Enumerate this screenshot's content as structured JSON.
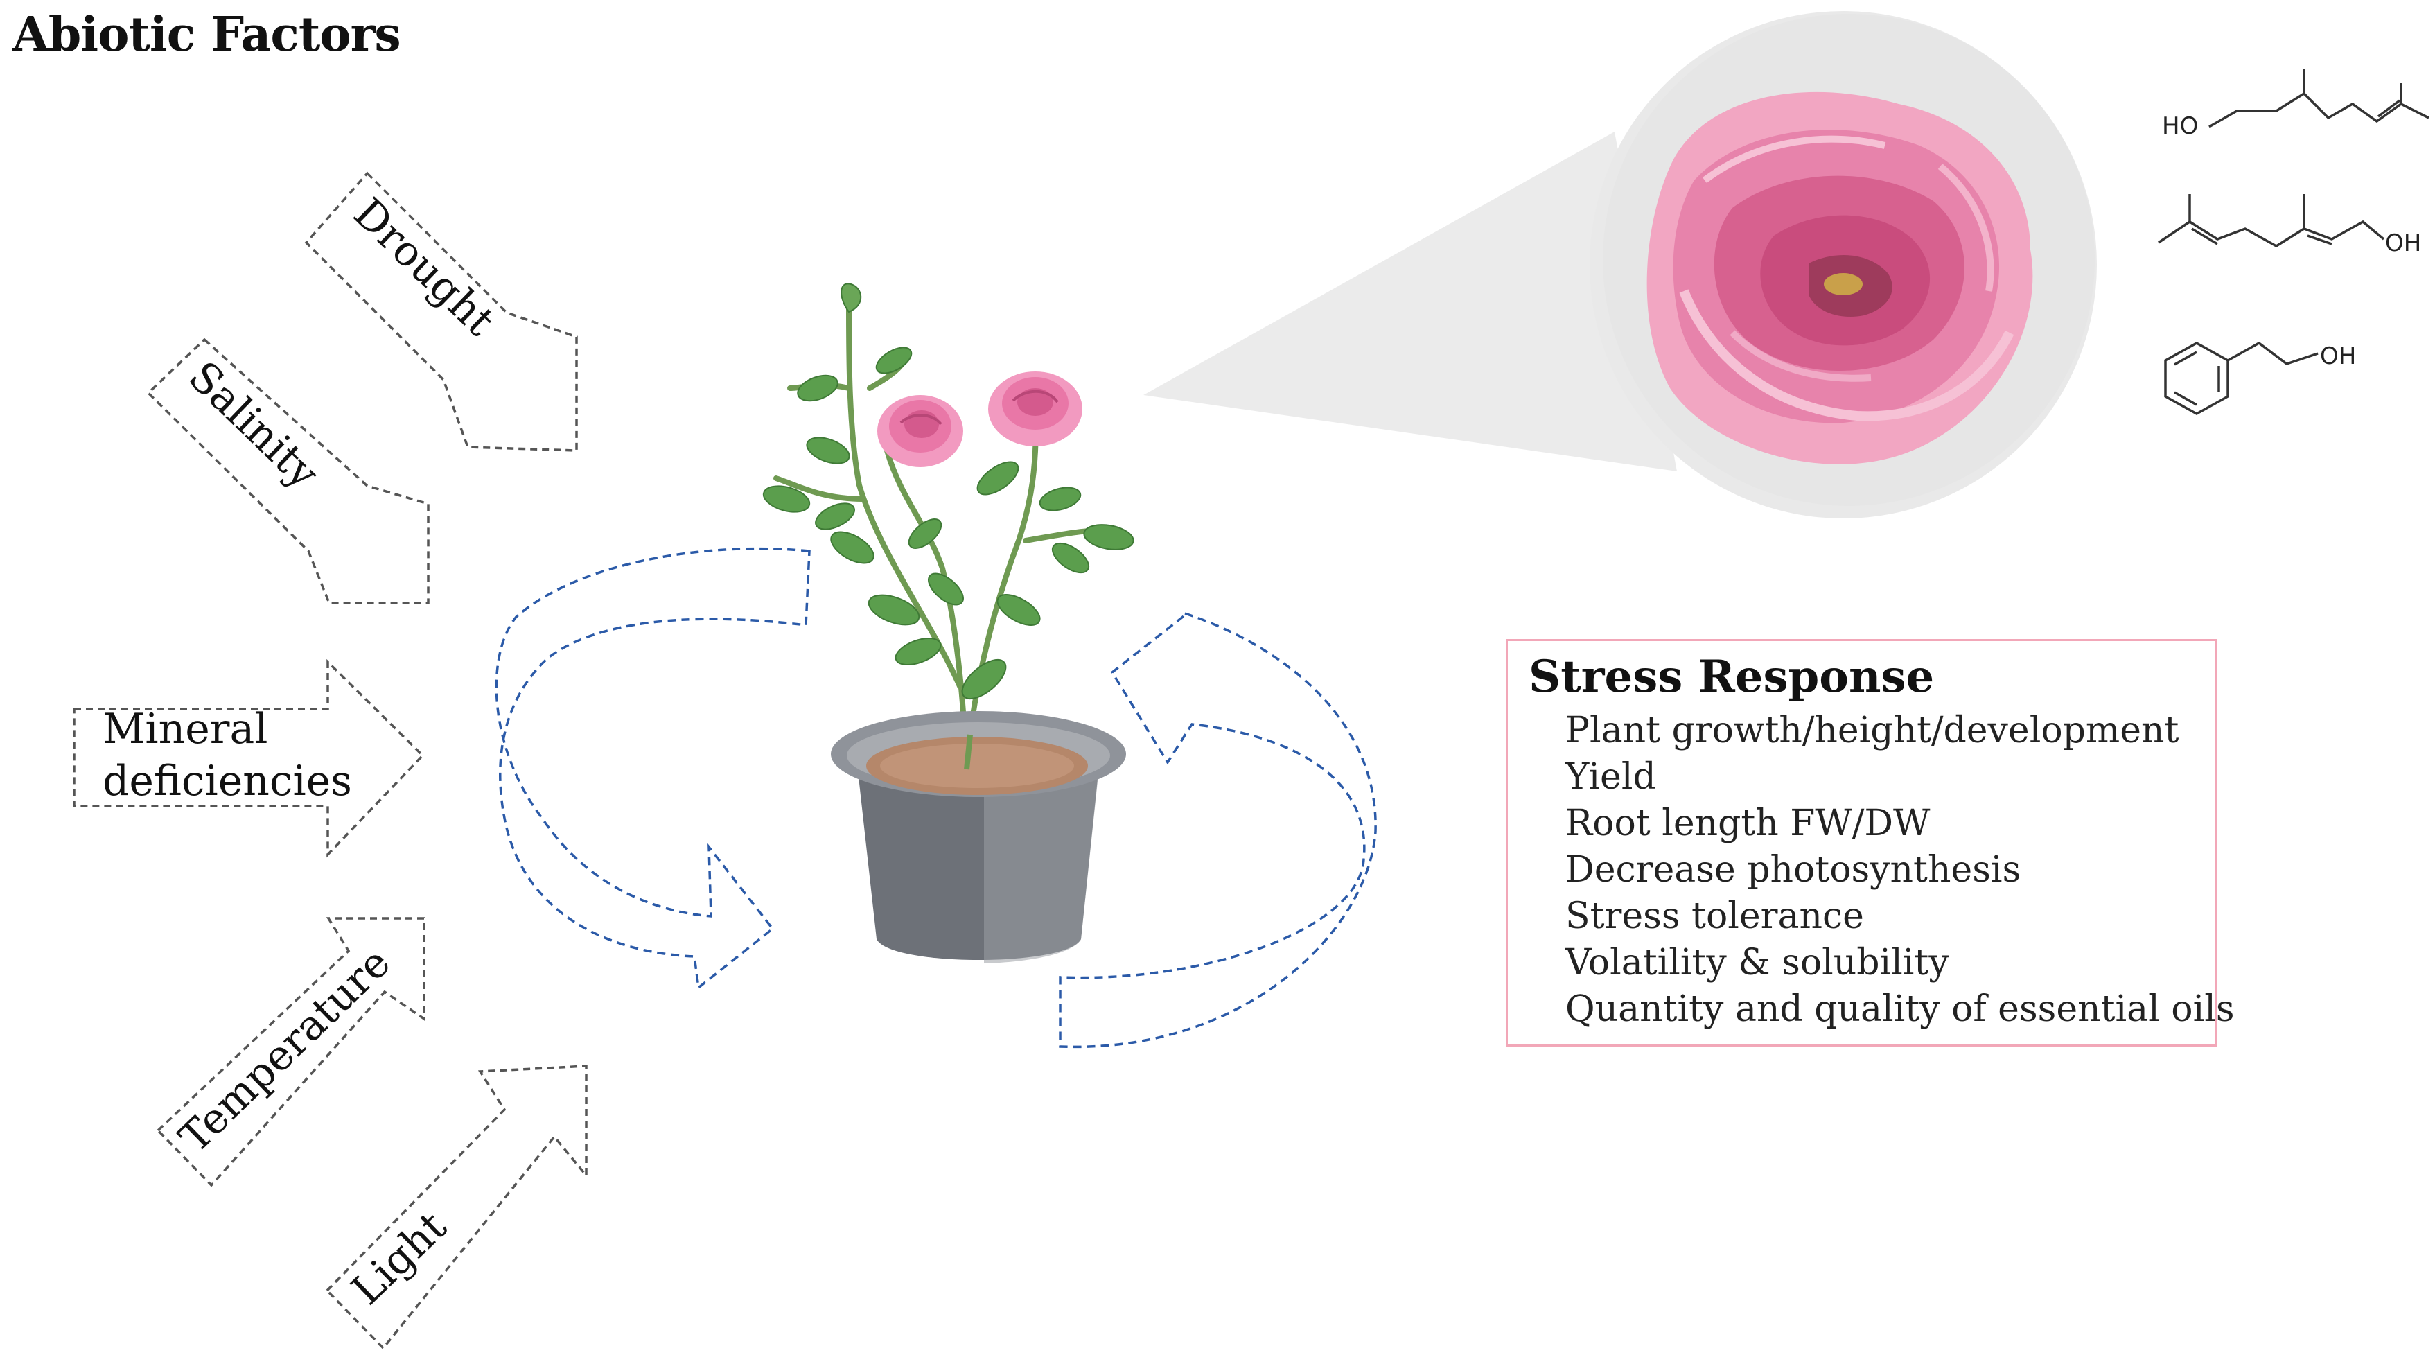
{
  "title": "Abiotic Factors",
  "factors": [
    {
      "id": "drought",
      "label": "Drought"
    },
    {
      "id": "salinity",
      "label": "Salinity"
    },
    {
      "id": "mineral",
      "label_lines": [
        "Mineral",
        "deficiencies"
      ]
    },
    {
      "id": "temperature",
      "label": "Temperature"
    },
    {
      "id": "light",
      "label": "Light"
    }
  ],
  "stress_response": {
    "title": "Stress Response",
    "items": [
      "Plant growth/height/development",
      "Yield",
      "Root length FW/DW",
      "Decrease photosynthesis",
      "Stress tolerance",
      "Volatility & solubility",
      "Quantity and quality of essential oils"
    ]
  },
  "molecules": {
    "citronellol_label": "HO",
    "geraniol_label": "OH",
    "phenylethanol_label": "OH"
  },
  "colors": {
    "arrow_dash": "#555555",
    "cycle_dash": "#2b5aa8",
    "box_border": "#f2a7b8",
    "rose_pink": "#e87fa8",
    "leaf_green": "#5b9e4d",
    "pot_gray": "#6d7178",
    "soil": "#b5876a",
    "zoom_gray": "#e8e8e8"
  }
}
